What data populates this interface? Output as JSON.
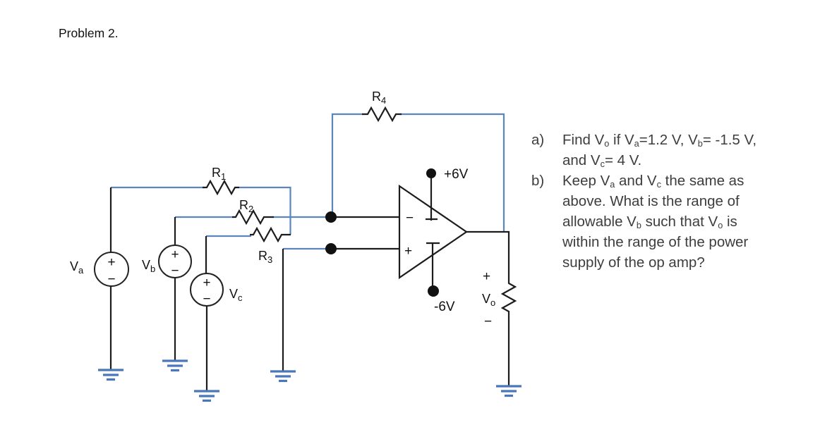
{
  "title": "Problem 2.",
  "colors": {
    "wire_blue": "#5b85bb",
    "ground_blue": "#4a77b9",
    "line_black": "#1c1c1c",
    "text_gray": "#3d3d3d"
  },
  "circuit": {
    "labels": {
      "va": {
        "main": "V",
        "sub": "a"
      },
      "vb": {
        "main": "V",
        "sub": "b"
      },
      "vc": {
        "main": "V",
        "sub": "c"
      },
      "vo": {
        "main": "V",
        "sub": "o"
      },
      "r1": {
        "main": "R",
        "sub": "1"
      },
      "r2": {
        "main": "R",
        "sub": "2"
      },
      "r3": {
        "main": "R",
        "sub": "3"
      },
      "r4": {
        "main": "R",
        "sub": "4"
      },
      "supply_pos": "+6V",
      "supply_neg": "-6V",
      "opamp_minus": "−",
      "opamp_plus": "+",
      "out_plus": "+",
      "out_minus": "−",
      "sign_plus": "+",
      "sign_minus": "−"
    }
  },
  "problem": {
    "items": [
      {
        "label": "a)",
        "segments": [
          {
            "t": "Find V"
          },
          {
            "t": "o",
            "sub": true
          },
          {
            "t": " if V"
          },
          {
            "t": "a",
            "sub": true
          },
          {
            "t": "=1.2 V, V"
          },
          {
            "t": "b",
            "sub": true
          },
          {
            "t": "= -1.5 V, and V"
          },
          {
            "t": "c",
            "sub": true
          },
          {
            "t": "= 4 V."
          }
        ]
      },
      {
        "label": "b)",
        "segments": [
          {
            "t": "Keep V"
          },
          {
            "t": "a",
            "sub": true
          },
          {
            "t": " and V"
          },
          {
            "t": "c",
            "sub": true
          },
          {
            "t": " the same as above. What is the range of allowable V"
          },
          {
            "t": "b",
            "sub": true
          },
          {
            "t": " such that V"
          },
          {
            "t": "o",
            "sub": true
          },
          {
            "t": " is within the range of the power supply of the op amp?"
          }
        ]
      }
    ]
  }
}
